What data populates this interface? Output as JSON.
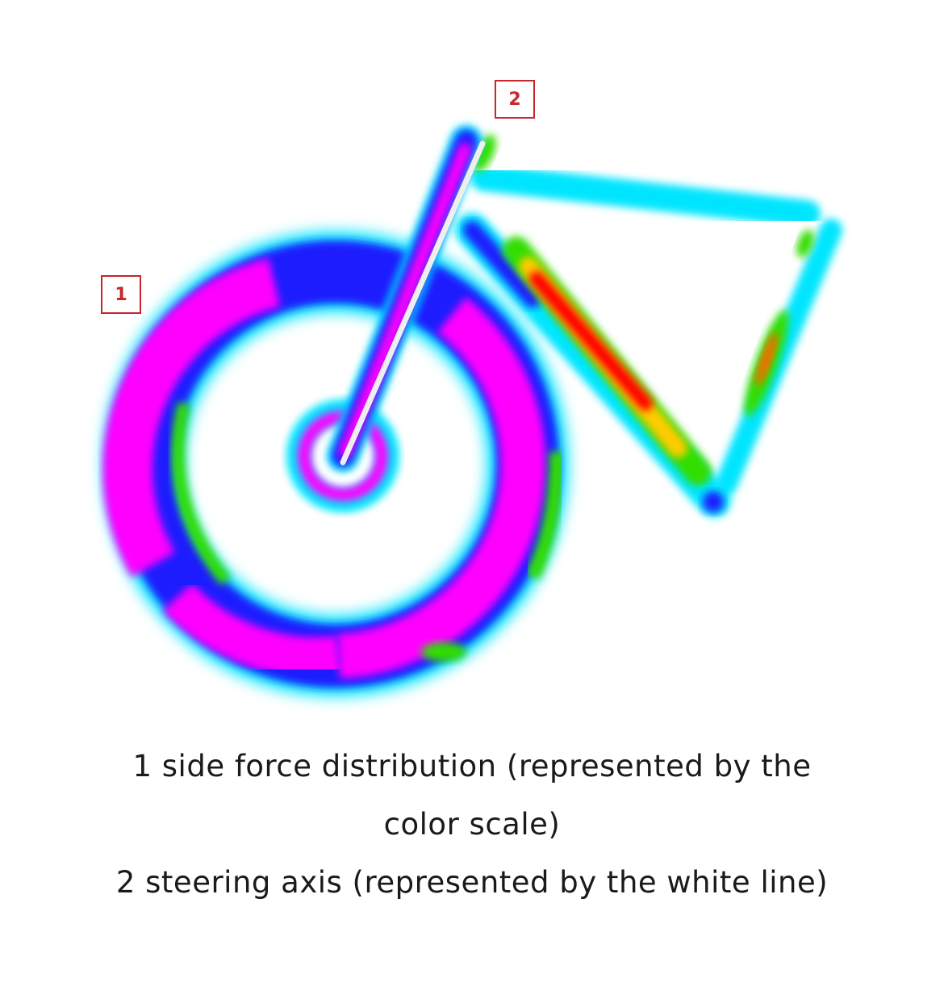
{
  "markers": [
    {
      "label": "1"
    },
    {
      "label": "2"
    }
  ],
  "caption": {
    "line1": "1 side force distribution (represented by the",
    "line2": "color scale)",
    "line3": "2 steering axis (represented by the white line)"
  },
  "colors": {
    "marker": "#c9252b",
    "low": "#00e5ff",
    "mid_low": "#1a1aff",
    "mid": "#ff00ff",
    "green": "#33dd00",
    "high": "#ff0000",
    "steering_line": "#eeeeee"
  }
}
